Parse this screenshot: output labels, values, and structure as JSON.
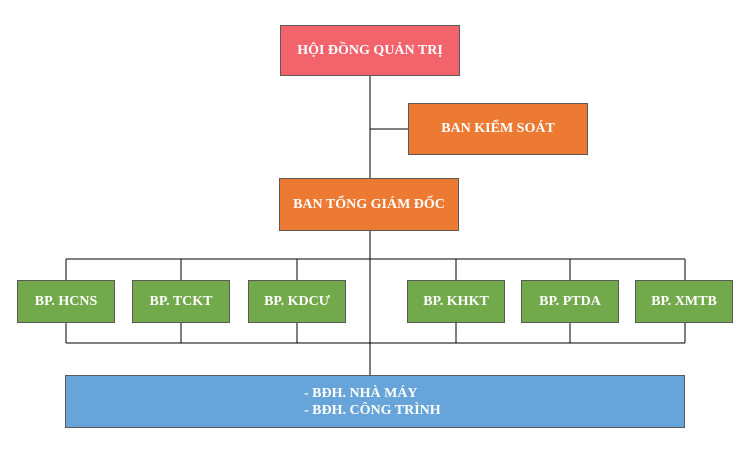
{
  "board": {
    "label": "HỘI ĐỒNG QUẢN TRỊ",
    "color": "#f2636c"
  },
  "supervisory": {
    "label": "BAN KIỂM SOÁT",
    "color": "#ec7a33"
  },
  "management": {
    "label": "BAN TỔNG GIÁM ĐỐC",
    "color": "#ec7a33"
  },
  "departments": [
    {
      "label": "BP. HCNS"
    },
    {
      "label": "BP. TCKT"
    },
    {
      "label": "BP. KDCƯ"
    },
    {
      "label": "BP. KHKT"
    },
    {
      "label": "BP. PTDA"
    },
    {
      "label": "BP. XMTB"
    }
  ],
  "department_color": "#72a94a",
  "operations": {
    "lines": [
      "- BĐH. NHÀ MÁY",
      "- BĐH. CÔNG TRÌNH"
    ],
    "color": "#66a4d9"
  },
  "connector_color": "#000000"
}
